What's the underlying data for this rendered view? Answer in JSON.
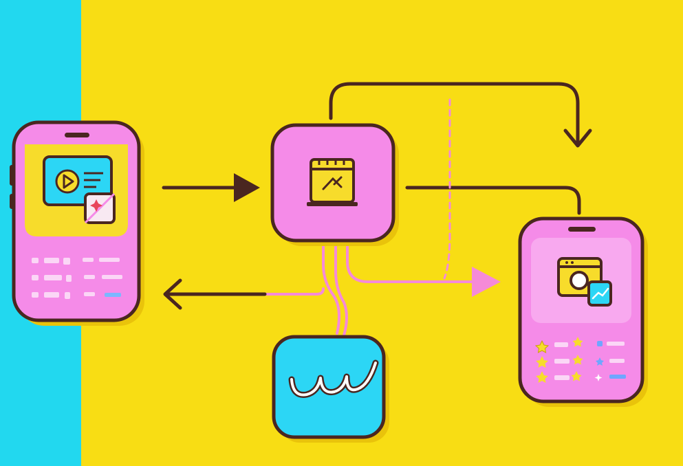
{
  "colors": {
    "background": "#f8dd14",
    "stripe": "#22d8ef",
    "pink": "#f58be8",
    "pink_light": "#f8a9ef",
    "yellow_panel": "#f7dc2b",
    "cyan": "#2cd6f5",
    "outline": "#4a2620",
    "connector_pink": "#f58ad8"
  },
  "nodes": {
    "source_phone": {
      "icon": "video-play-icon",
      "badge_icon": "sparkle-badge-icon",
      "rows": 3
    },
    "processor_card": {
      "icon": "edit-window-icon"
    },
    "result_phone": {
      "icon": "camera-window-icon",
      "badge_icon": "chart-badge-icon",
      "rows": 3,
      "row_icon": "star-icon"
    },
    "signature_card": {
      "icon": "handwriting-icon"
    }
  },
  "connectors": [
    "source-to-processor-arrow",
    "processor-loop-arrow",
    "processor-to-result-line",
    "pink-flow-arrow",
    "return-arrow",
    "dashed-divider"
  ]
}
